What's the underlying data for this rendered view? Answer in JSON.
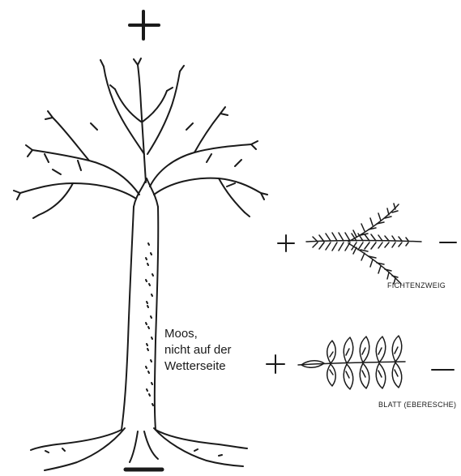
{
  "diagram": {
    "top_sign": "+",
    "bottom_sign": "−",
    "moss_label": {
      "line1": "Moos,",
      "line2": "nicht auf der",
      "line3": "Wetterseite"
    },
    "spruce": {
      "plus": "+",
      "minus": "−",
      "label": "FICHTENZWEIG"
    },
    "leaf": {
      "plus": "+",
      "minus": "—",
      "label": "BLATT (EBERESCHE)"
    },
    "ink_color": "#1a1a1a"
  }
}
